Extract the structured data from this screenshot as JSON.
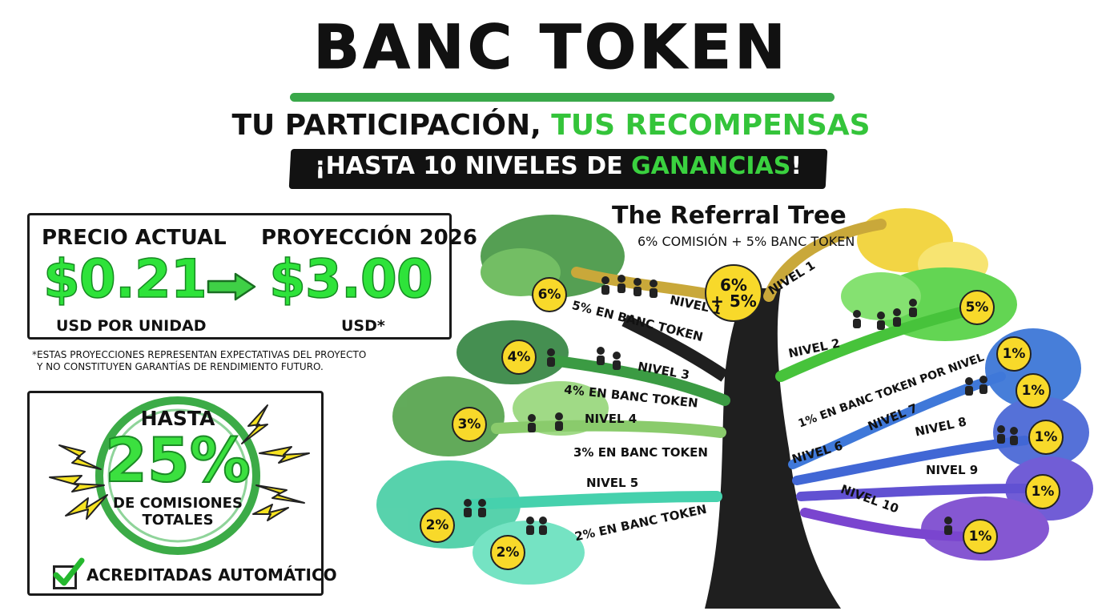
{
  "header": {
    "title": "BANC TOKEN",
    "subtitle_part1": "TU PARTICIPACIÓN, ",
    "subtitle_part2": "TUS RECOMPENSAS",
    "banner_part1": "¡HASTA 10 NIVELES DE ",
    "banner_part2": "GANANCIAS",
    "banner_part3": "!"
  },
  "price": {
    "current_label": "PRECIO ACTUAL",
    "current_value": "$0.21",
    "current_unit": "USD POR UNIDAD",
    "projection_label": "PROYECCIÓN 2026",
    "projection_value": "$3.00",
    "projection_unit": "USD*",
    "disclaimer_line1": "*ESTAS PROYECCIONES REPRESENTAN EXPECTATIVAS DEL PROYECTO",
    "disclaimer_line2": "Y NO CONSTITUYEN GARANTÍAS DE RENDIMIENTO FUTURO."
  },
  "commission": {
    "hasta": "HASTA",
    "percent": "25%",
    "line1": "DE COMISIONES",
    "line2": "TOTALES",
    "check_label": "ACREDITADAS AUTOMÁTICO"
  },
  "tree": {
    "title": "The Referral Tree",
    "subtitle": "6% COMISIÓN + 5% BANC TOKEN",
    "top_coin_line1": "6%",
    "top_coin_line2": "+ 5%",
    "levels": {
      "n1_left": "NIVEL 1",
      "n1_right": "NIVEL 1",
      "n2": "NIVEL 2",
      "n3": "NIVEL 3",
      "n4": "NIVEL 4",
      "n5": "NIVEL 5",
      "n6": "NIVEL 6",
      "n7": "NIVEL 7",
      "n8": "NIVEL 8",
      "n9": "NIVEL 9",
      "n10": "NIVEL 10"
    },
    "token_labels": {
      "t5": "5% EN BANC TOKEN",
      "t4": "4% EN BANC TOKEN",
      "t3": "3% EN BANC TOKEN",
      "t2": "2% EN BANC TOKEN",
      "t1": "1% EN BANC TOKEN POR NIVEL"
    },
    "coins": {
      "c6": "6%",
      "c5": "5%",
      "c4": "4%",
      "c3": "3%",
      "c2a": "2%",
      "c2b": "2%",
      "c1a": "1%",
      "c1b": "1%",
      "c1c": "1%",
      "c1d": "1%",
      "c1e": "1%"
    }
  },
  "colors": {
    "accent_green": "#34c43a",
    "price_green": "#2ee33a",
    "coin_yellow": "#f8d92a",
    "banner_black": "#121212"
  }
}
